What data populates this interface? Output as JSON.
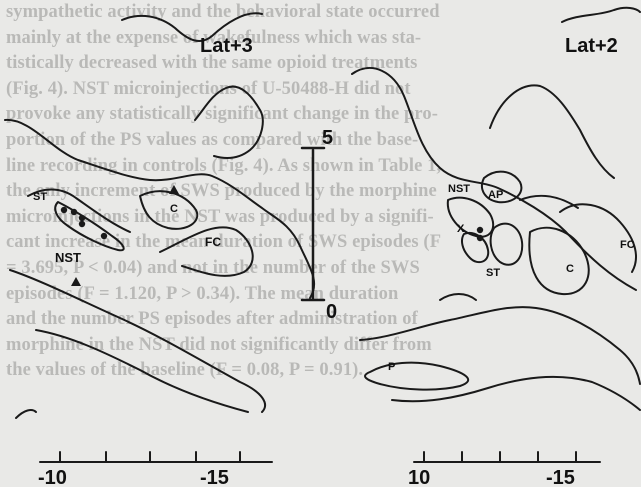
{
  "background_text": [
    "sympathetic activity and the behavioral state occurred",
    "mainly at the expense of wakefulness which was sta-",
    "tistically decreased with the same opioid treatments",
    "(Fig. 4). NST microinjections of U-50488-H did not",
    "provoke any statistically significant change in the pro-",
    "portion of the PS values as compared with the base-",
    "line recording in controls (Fig. 4). As shown in Table 1,",
    "the only increment of SWS produced by the morphine",
    "microinjections in the NST was produced by a signifi-",
    "cant increase in the mean duration of SWS episodes (F",
    "= 3.695, P < 0.04) and not in the number of the SWS",
    "episodes (F = 1.120, P > 0.34). The mean duration",
    "and the number PS episodes after administration of",
    "morphine in the NST did not significantly differ from",
    "the values of the baseline (F = 0.08, P = 0.91)."
  ],
  "left_panel": {
    "title": "Lat+3",
    "labels": {
      "st": "ST",
      "nst": "NST",
      "c": "C",
      "fc": "FC"
    },
    "axis": {
      "left_tick": "-10",
      "right_tick": "-15"
    }
  },
  "right_panel": {
    "title": "Lat+2",
    "labels": {
      "nst": "NST",
      "ap": "AP",
      "x": "X",
      "st": "ST",
      "c": "C",
      "fc": "FC",
      "p": "P"
    },
    "axis": {
      "left_tick": "10",
      "right_tick": "-15"
    }
  },
  "scale_bar": {
    "top_label": "5",
    "bottom_label": "0"
  },
  "markers": {
    "left_dots": [
      {
        "kind": "injection-site"
      },
      {
        "kind": "injection-site"
      },
      {
        "kind": "injection-site"
      },
      {
        "kind": "injection-site"
      },
      {
        "kind": "injection-site"
      }
    ],
    "left_triangles": [
      {
        "kind": "control-site"
      },
      {
        "kind": "control-site"
      }
    ],
    "right_dots": [
      {
        "kind": "injection-site"
      },
      {
        "kind": "injection-site"
      }
    ]
  },
  "colors": {
    "paper": "#e9e9e7",
    "ink": "#1a1a1a",
    "faint_text": "#9d9d9b"
  }
}
